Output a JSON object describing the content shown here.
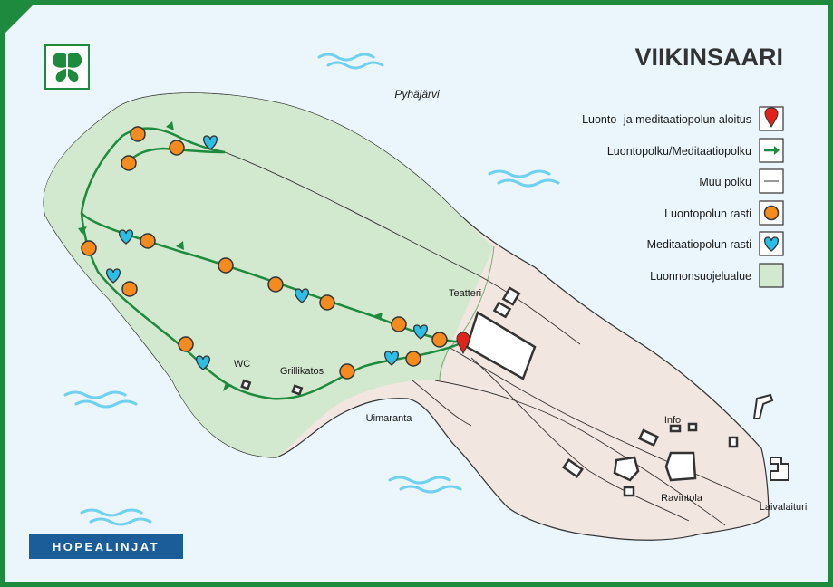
{
  "title": "VIIKINSAARI",
  "lake_name": "Pyhäjärvi",
  "brand": "HOPEALINJAT",
  "colors": {
    "water": "#eaf6fb",
    "frame": "#1e8a3e",
    "protected_area": "#d3e9cf",
    "island_land": "#f2e6e1",
    "trail": "#1e8a3e",
    "nature_checkpoint": "#f58a1f",
    "meditation_checkpoint": "#2bbfe8",
    "start_marker": "#e0231b",
    "brand_bar": "#1b5d98"
  },
  "place_labels": {
    "teatteri": "Teatteri",
    "wc": "WC",
    "grillikatos": "Grillikatos",
    "uimaranta": "Uimaranta",
    "info": "Info",
    "ravintola": "Ravintola",
    "laivalaituri": "Laivalaituri"
  },
  "legend": [
    {
      "label": "Luonto- ja meditaatiopolun aloitus",
      "icon": "start-pin-icon"
    },
    {
      "label": "Luontopolku/Meditaatiopolku",
      "icon": "trail-arrow-icon"
    },
    {
      "label": "Muu polku",
      "icon": "other-path-icon"
    },
    {
      "label": "Luontopolun rasti",
      "icon": "orange-circle-icon"
    },
    {
      "label": "Meditaatiopolun rasti",
      "icon": "blue-heart-icon"
    },
    {
      "label": "Luonnonsuojelualue",
      "icon": "protected-area-swatch-icon"
    }
  ],
  "logo_icon": "butterfly-logo-icon"
}
